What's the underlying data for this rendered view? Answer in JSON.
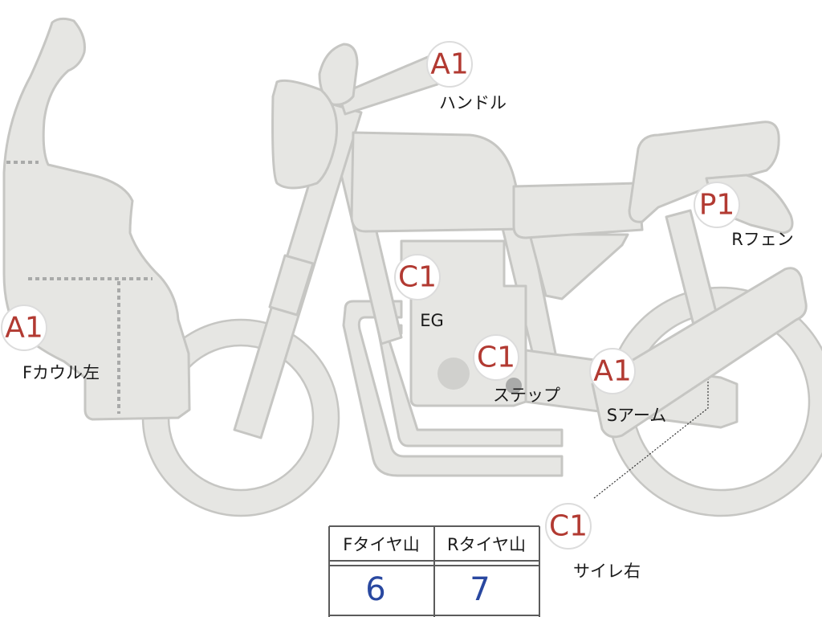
{
  "markers": [
    {
      "id": "handle",
      "code": "A1",
      "label": "ハンドル"
    },
    {
      "id": "r-fender",
      "code": "P1",
      "label": "Rフェン"
    },
    {
      "id": "engine",
      "code": "C1",
      "label": "EG"
    },
    {
      "id": "f-cowl-left",
      "code": "A1",
      "label": "Fカウル左"
    },
    {
      "id": "step",
      "code": "C1",
      "label": "ステップ"
    },
    {
      "id": "swing-arm",
      "code": "A1",
      "label": "Sアーム"
    },
    {
      "id": "muffler-right",
      "code": "C1",
      "label": "サイレ右"
    }
  ],
  "tire_table": {
    "front_header": "Fタイヤ山",
    "rear_header": "Rタイヤ山",
    "front_value": "6",
    "rear_value": "7"
  },
  "colors": {
    "body_fill": "#e6e6e3",
    "body_outline": "#c6c6c3",
    "marker_text": "#b23a32",
    "table_value": "#2948a0"
  }
}
